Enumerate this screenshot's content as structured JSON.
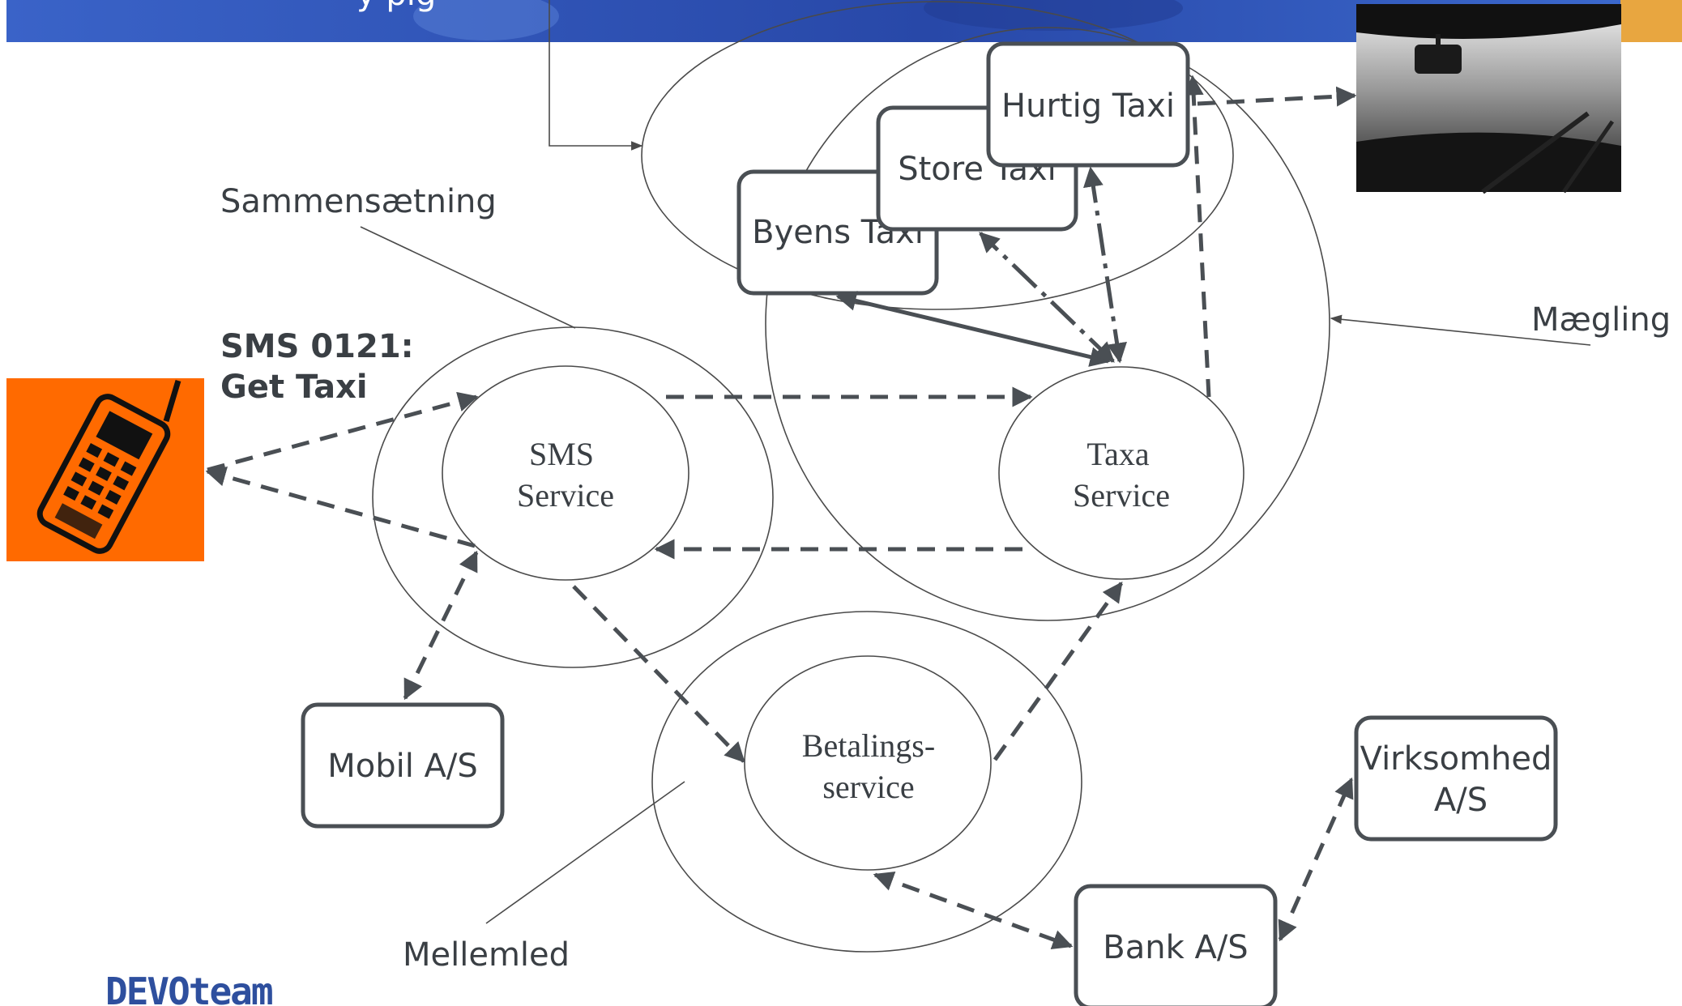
{
  "header": {
    "fragment": "y    pig"
  },
  "brand": {
    "logo": "DEVOteam"
  },
  "sms_callout": {
    "line1": "SMS 0121:",
    "line2": "Get Taxi"
  },
  "labels": {
    "sammensaetning": "Sammensætning",
    "maegling": "Mægling",
    "mellemled": "Mellemled"
  },
  "services": {
    "sms": {
      "line1": "SMS",
      "line2": "Service"
    },
    "taxa": {
      "line1": "Taxa",
      "line2": "Service"
    },
    "betaling": {
      "line1": "Betalings-",
      "line2": "service"
    }
  },
  "companies": {
    "hurtig_taxi": "Hurtig Taxi",
    "store_taxi": "Store Taxi",
    "byens_taxi": "Byens Taxi",
    "mobil": "Mobil A/S",
    "bank": "Bank A/S",
    "virksomhed_line1": "Virksomhed",
    "virksomhed_line2": "A/S"
  },
  "colors": {
    "phone_bg": "#ff6a00",
    "line": "#4a4f54",
    "header": "#2c4fb0"
  }
}
